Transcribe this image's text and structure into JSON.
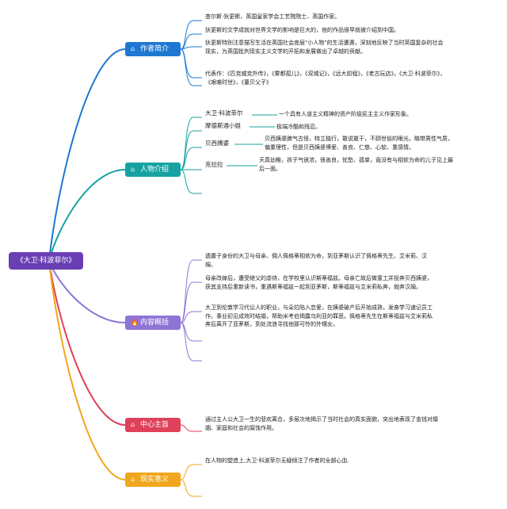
{
  "root": {
    "title": "《大卫·科波菲尔》"
  },
  "branches": [
    {
      "title": "作者简介",
      "icon": "home-icon",
      "color": "#1e78d2",
      "items": [
        "查尔斯·狄更斯，英国皇家学会工艺院院士、英国作家。",
        "狄更斯的文学成就对世界文学的影响是巨大的，他的作品很早就被介绍到中国。",
        "狄更斯特别注意描写生活在英国社会底层\"小人物\"的生活遭遇，深刻地反映了当时英国复杂的社会现实，为英国批判现实主义文学的开拓和发展做出了卓越的贡献。",
        "代表作：《匹克威克外传》，《雾都孤儿》，《双城记》，《远大前程》，《老古玩店》，《大卫·科波菲尔》，《艰难时世》，《董贝父子》"
      ]
    },
    {
      "title": "人物介绍",
      "icon": "home-icon",
      "color": "#17a2a2",
      "characters": [
        {
          "name": "大卫·科波菲尔",
          "desc": "一个具有人道主义精神的资产阶级民主主义作家形象。"
        },
        {
          "name": "摩德斯通小姐",
          "desc": "极端冷酷和残忍。"
        },
        {
          "name": "贝西姨婆",
          "desc": "贝西姨婆脾气古怪，特立独行，敢说敢干，不顾世俗的眼光，略带男性气质，偏重理性，但是贝西姨婆博爱、善良、仁慈、心软、重感情。"
        },
        {
          "name": "克拉拉",
          "desc": "天真幼稚，孩子气很浓，很善良，忧愁、孤单，竟没有与相依为命的儿子见上最后一面。"
        }
      ]
    },
    {
      "title": "内容概括",
      "icon": "fire-icon",
      "color": "#8f74d6",
      "items": [
        "遗腹子身份的大卫与母亲、佣人佩格蒂相依为命，到亚茅斯认识了佩格蒂先生、艾米莉、汉姆。",
        "母亲改嫁后，遭受继父的虐待，在学校里认识斯蒂福兹。母亲亡故后做童工并投奔贝西姨婆，获其支持后重新读书，重遇斯蒂福兹一起到亚茅斯，斯蒂福兹与艾米莉私奔，抛弃汉姆。",
        "大卫到伦敦学习代讼人的职业，与朵拉陷入恋爱，在姨婆破产后开始成熟，发奋学习速记员工作。事业初见成效时结婚，帮助米考伯揭露乌利亚的罪恶。佩格蒂先生在斯蒂福兹与艾米莉私奔后离开了亚茅斯，到处流浪寻找他那可怜的外甥女。"
      ]
    },
    {
      "title": "中心主旨",
      "icon": "home-icon",
      "color": "#e0415a",
      "items": [
        "通过主人公大卫一生的悲欢离合，多层次地揭示了当时社会的真实面貌，突出地表现了金钱对婚姻、家庭和社会的腐蚀作用。"
      ]
    },
    {
      "title": "现实意义",
      "icon": "home-icon",
      "color": "#f0a61e",
      "items": [
        "在人物的塑造上,大卫·科波菲尔无疑倾注了作者的全部心血."
      ]
    }
  ]
}
